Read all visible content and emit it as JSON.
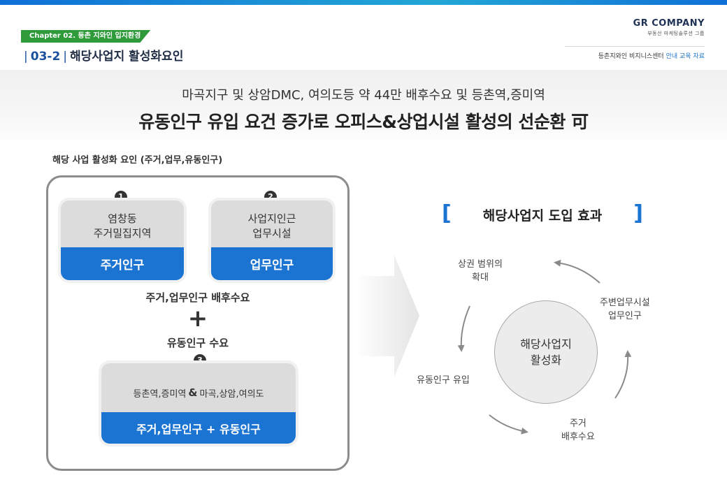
{
  "header": {
    "chapter": "Chapter 02. 등촌 지와인 입지환경",
    "section_num": "03-2",
    "section_title": "해당사업지 활성화요인",
    "company_name": "GR COMPANY",
    "company_sub": "부동산 마케팅솔루션 그룹",
    "company_desc_main": "등촌지와인 비지니스센터",
    "company_desc_hl": "안내 교육 자료"
  },
  "banner": {
    "line1": "마곡지구 및 상암DMC, 여의도등 약 44만 배후수요 및 등촌역,증미역",
    "line2": "유동인구 유입 요건 증가로  오피스&상업시설 활성의 선순환 可"
  },
  "left": {
    "subtitle": "해당 사업 활성화 요인 (주거,업무,유동인구)",
    "card1": {
      "num": "1",
      "top": "염창동\n주거밀집지역",
      "bottom": "주거인구"
    },
    "card2": {
      "num": "2",
      "top": "사업지인근\n업무시설",
      "bottom": "업무인구"
    },
    "demand_text": "주거,업무인구 배후수요",
    "plus": "+",
    "float_text": "유동인구 수요",
    "card3": {
      "num": "3",
      "top_a": "등촌역,증미역",
      "amp": "&",
      "top_b": "마곡,상암,여의도",
      "bottom": "주거,업무인구 + 유동인구"
    }
  },
  "effect": {
    "bracket_left": "[",
    "bracket_right": "]",
    "title": "해당사업지 도입 효과",
    "center": "해당사업지\n활성화",
    "label_top": "상권 범위의\n확대",
    "label_right": "주변업무시설\n업무인구",
    "label_bottom": "주거\n배후수요",
    "label_left": "유동인구 유입"
  },
  "colors": {
    "accent_blue": "#1b74d1",
    "chapter_green": "#2e9a3a",
    "frame_gray": "#8c8c8c"
  }
}
